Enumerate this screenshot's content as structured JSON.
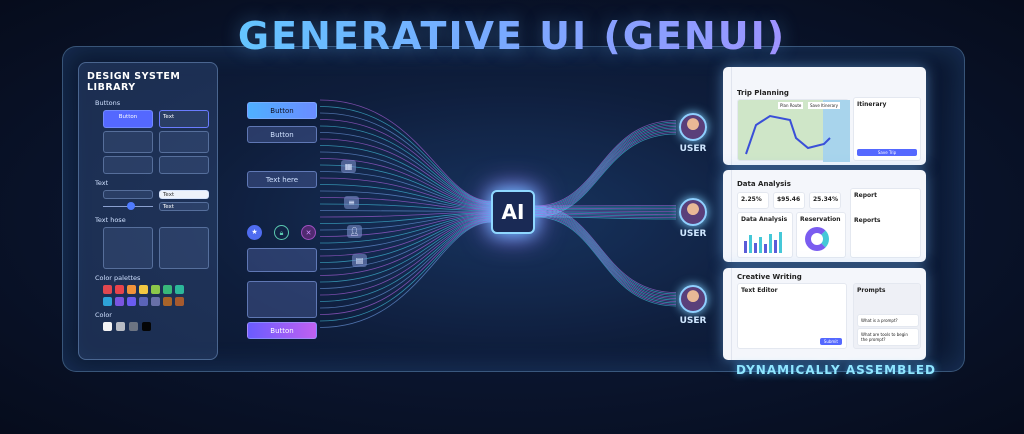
{
  "title": "GENERATIVE UI (GENUI)",
  "library": {
    "title": "DESIGN SYSTEM LIBRARY",
    "sections": [
      "Buttons",
      "Text",
      "Text hose",
      "Color palettes",
      "Color"
    ],
    "button_label": "Button",
    "text_label": "Text",
    "text_a": "Text",
    "text_b": "Text",
    "palette": [
      "#e0474f",
      "#e8434b",
      "#f0923a",
      "#f2c842",
      "#8cc84a",
      "#38b87a",
      "#2cb89a",
      "#2ea2d8",
      "#7a55e0",
      "#6a5cf0",
      "#5a64b8",
      "#6870a8",
      "#a8642a",
      "#a65a2e"
    ],
    "colors": [
      "#f4f4f4",
      "#b8bcc4",
      "#6c7482",
      "#050505"
    ],
    "slider_value": 0.55
  },
  "components": {
    "button1": "Button",
    "button2": "Button",
    "text_field": "Text here",
    "button3": "Button"
  },
  "ai_label": "AI",
  "users": [
    "USER",
    "USER",
    "USER"
  ],
  "cards": {
    "trip": {
      "title": "Trip Planning",
      "map_buttons": [
        "Plan Route",
        "Save Itinerary"
      ],
      "itinerary_title": "Itinerary",
      "action": "Save Trip"
    },
    "data": {
      "title": "Data Analysis",
      "stats": [
        "2.25%",
        "$95.46",
        "25.34%"
      ],
      "chart_title": "Data Analysis",
      "donut_title": "Reservation",
      "report_title": "Report",
      "reports_title": "Reports",
      "bars": [
        40,
        60,
        35,
        55,
        30,
        65,
        45,
        70
      ]
    },
    "writing": {
      "title": "Creative Writing",
      "editor_title": "Text Editor",
      "prompts_title": "Prompts",
      "submit": "Submit",
      "prompts": [
        "What is a prompt?",
        "What are tools to begin the prompt?"
      ]
    }
  },
  "footer": "DYNAMICALLY ASSEMBLED",
  "colors": {
    "accent_cyan": "#4fe3ff",
    "accent_purple": "#c77dff",
    "button_blue": "#5468ff"
  }
}
